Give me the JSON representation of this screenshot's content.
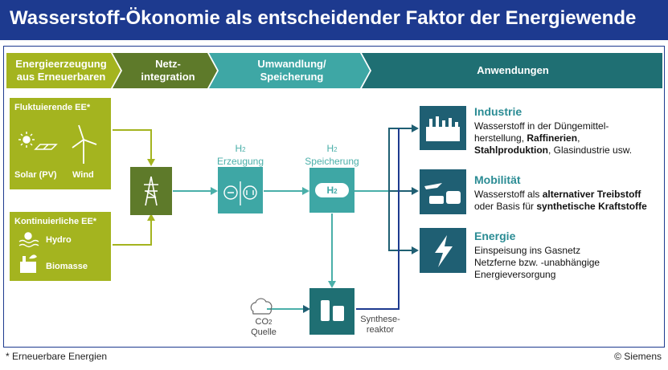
{
  "title": "Wasserstoff-Ökonomie als entscheidender Faktor der Energiewende",
  "stages": [
    {
      "line1": "Energieerzeugung",
      "line2": "aus Erneuerbaren"
    },
    {
      "line1": "Netz-",
      "line2": "integration"
    },
    {
      "line1": "Umwandlung/",
      "line2": "Speicherung"
    },
    {
      "line1": "Anwendungen",
      "line2": ""
    }
  ],
  "sources": {
    "fluctuating": {
      "header": "Fluktuierende EE*",
      "solar": "Solar (PV)",
      "wind": "Wind"
    },
    "continuous": {
      "header": "Kontinuierliche EE*",
      "hydro": "Hydro",
      "biomass": "Biomasse"
    }
  },
  "nodes": {
    "production": {
      "line1": "H",
      "sub": "2",
      "line2": "Erzeugung"
    },
    "storage": {
      "line1": "H",
      "sub": "2",
      "line2": "Speicherung",
      "badge": "H"
    },
    "reactor": {
      "line1": "Synthese-",
      "line2": "reaktor"
    },
    "co2": {
      "line1": "CO",
      "sub": "2",
      "line2": "Quelle"
    }
  },
  "applications": [
    {
      "title": "Industrie",
      "lines": [
        [
          "Wasserstoff in der Düngemittel-"
        ],
        [
          "herstellung, ",
          "**Raffinerien**",
          ","
        ],
        [
          "**Stahlproduktion**",
          ", Glasindustrie usw."
        ]
      ]
    },
    {
      "title": "Mobilität",
      "lines": [
        [
          "Wasserstoff als ",
          "**alternativer Treibstoff**"
        ],
        [
          "oder Basis für ",
          "**synthetische Kraftstoffe**"
        ]
      ]
    },
    {
      "title": "Energie",
      "lines": [
        [
          "Einspeisung ins Gasnetz"
        ],
        [
          "Netzferne bzw. -unabhängige"
        ],
        [
          "Energieversorgung"
        ]
      ]
    }
  ],
  "footer_note": "* Erneuerbare Energien",
  "copyright": "© Siemens",
  "colors": {
    "navy": "#1d3a8f",
    "olive": "#a4b41f",
    "green_dark": "#5e7a2a",
    "green_mid": "#7d962c",
    "teal": "#3ea7a5",
    "teal_dark": "#1f6f73",
    "app_blue": "#1f5f73"
  }
}
